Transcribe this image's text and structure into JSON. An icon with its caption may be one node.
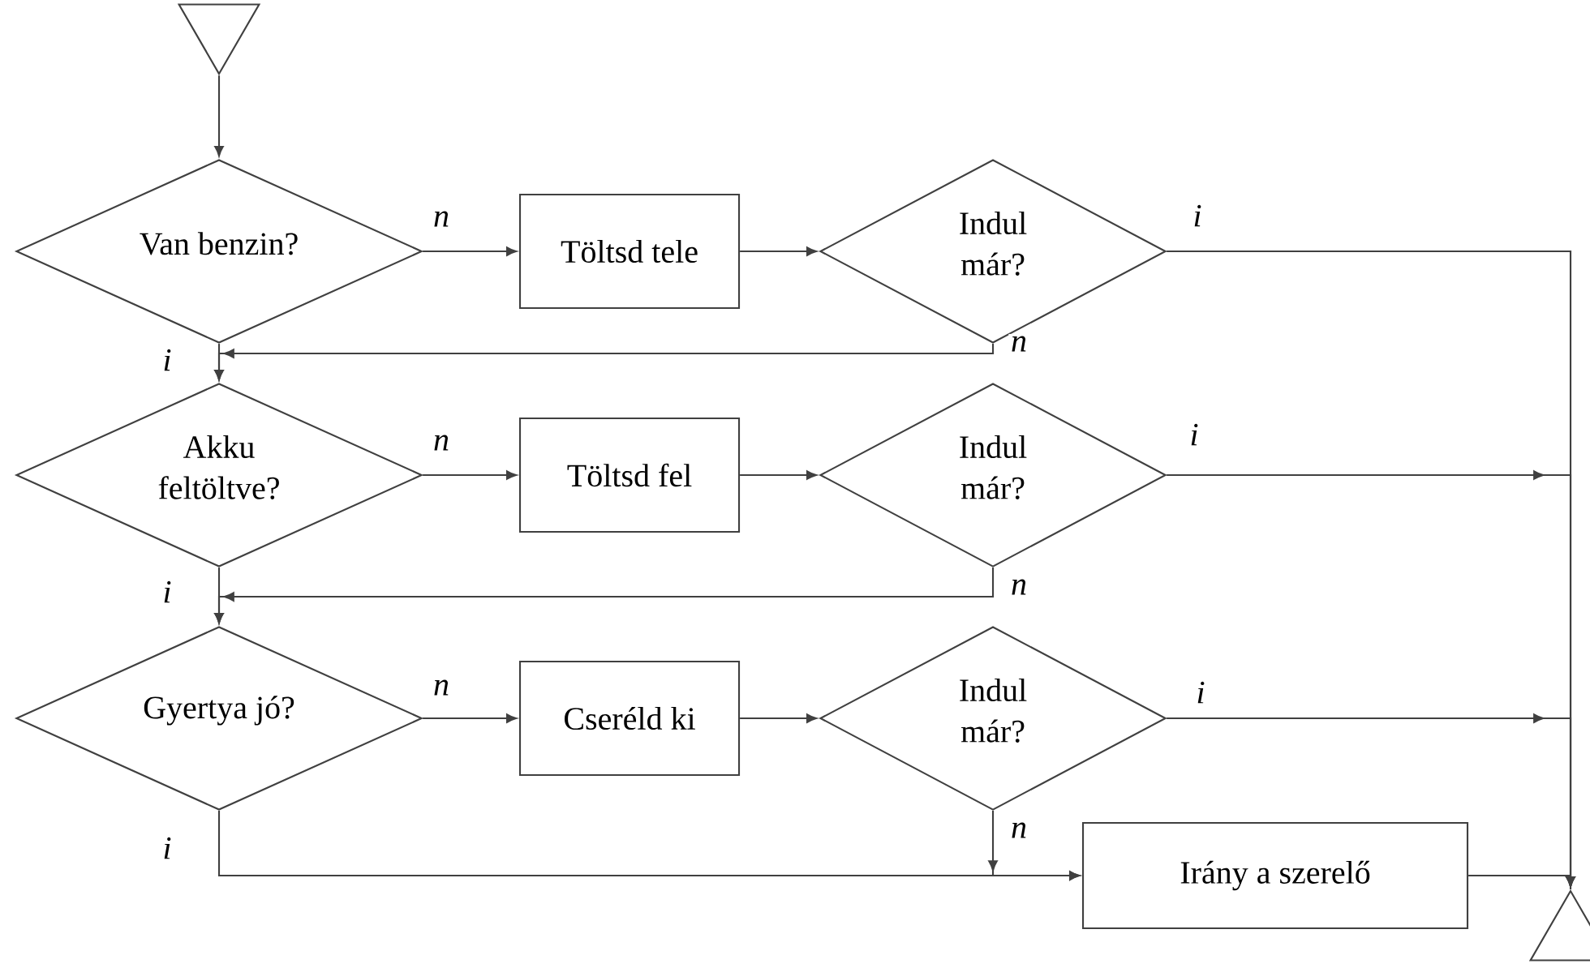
{
  "diagram": {
    "nodes": [
      {
        "text": [],
        "shape": "triangle"
      },
      {
        "text": [
          "Van benzin?"
        ]
      },
      {
        "text": [
          "Töltsd tele"
        ]
      },
      {
        "text": [
          "Indul már?"
        ]
      },
      {
        "text": [
          "Akku feltöltve?"
        ]
      },
      {
        "text": [
          "Töltsd fel"
        ]
      },
      {
        "text": [
          "Indul már?"
        ]
      },
      {
        "text": [
          "Gyertya jó?"
        ]
      },
      {
        "text": [
          "Cseréld ki"
        ]
      },
      {
        "text": [
          "Indul már?"
        ]
      },
      {
        "text": [
          "Irány a szerelő"
        ]
      },
      {
        "text": [],
        "shape": "triangle"
      }
    ],
    "edges": [
      {
        "from": 0,
        "to": 1,
        "arrow": "to"
      },
      {
        "from": 1,
        "to": 2,
        "arrow": "to",
        "label": "n"
      },
      {
        "from": 2,
        "to": 3,
        "arrow": "to"
      },
      {
        "from": 3,
        "to": 11,
        "arrow": "to",
        "label": "i"
      },
      {
        "from": 3,
        "to": 4,
        "arrow": "to",
        "label": "n"
      },
      {
        "from": 1,
        "to": 4,
        "arrow": "to",
        "label": "i"
      },
      {
        "from": 4,
        "to": 5,
        "arrow": "to",
        "label": "n"
      },
      {
        "from": 5,
        "to": 6,
        "arrow": "to"
      },
      {
        "from": 6,
        "to": 11,
        "arrow": "to",
        "label": "i"
      },
      {
        "from": 6,
        "to": 7,
        "arrow": "to",
        "label": "n"
      },
      {
        "from": 4,
        "to": 7,
        "arrow": "to",
        "label": "i"
      },
      {
        "from": 7,
        "to": 8,
        "arrow": "to",
        "label": "n"
      },
      {
        "from": 8,
        "to": 9,
        "arrow": "to"
      },
      {
        "from": 9,
        "to": 11,
        "arrow": "to",
        "label": "i"
      },
      {
        "from": 9,
        "to": 10,
        "arrow": "to",
        "label": "n"
      },
      {
        "from": 7,
        "to": 10,
        "arrow": "to",
        "label": "i"
      },
      {
        "from": 10,
        "to": 11,
        "arrow": "none"
      }
    ]
  }
}
